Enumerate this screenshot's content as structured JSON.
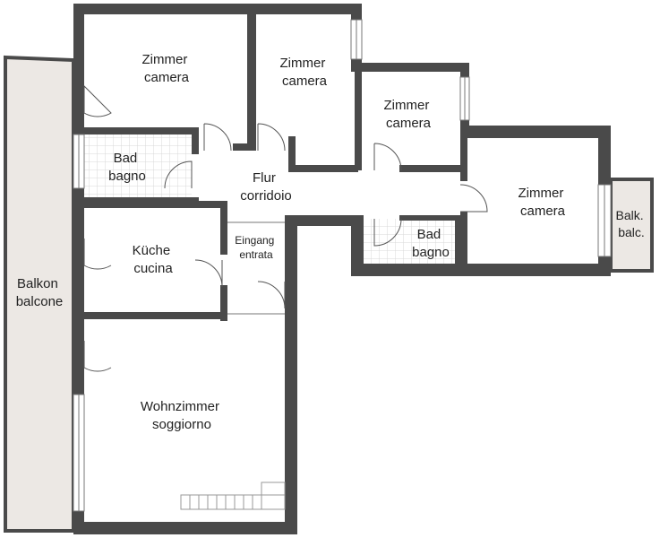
{
  "rooms": {
    "zimmer1": [
      "Zimmer",
      "camera"
    ],
    "zimmer2": [
      "Zimmer",
      "camera"
    ],
    "zimmer3": [
      "Zimmer",
      "camera"
    ],
    "zimmer4": [
      "Zimmer",
      "camera"
    ],
    "bad1": [
      "Bad",
      "bagno"
    ],
    "bad2": [
      "Bad",
      "bagno"
    ],
    "flur": [
      "Flur",
      "corridoio"
    ],
    "kueche": [
      "Küche",
      "cucina"
    ],
    "eingang": [
      "Eingang",
      "entrata"
    ],
    "wohnzimmer": [
      "Wohnzimmer",
      "soggiorno"
    ],
    "balkon": [
      "Balkon",
      "balcone"
    ],
    "balk": [
      "Balk.",
      "balc."
    ]
  }
}
